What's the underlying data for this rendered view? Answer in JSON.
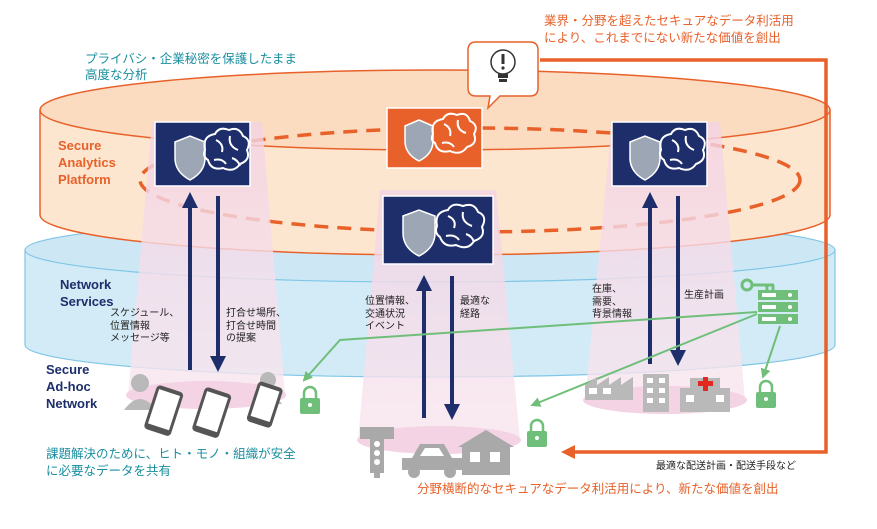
{
  "top_left_caption": [
    "プライバシ・企業秘密を保護したまま",
    "高度な分析"
  ],
  "top_right_caption": [
    "業界・分野を超えたセキュアなデータ利活用",
    "により、これまでにない新たな価値を創出"
  ],
  "layers": {
    "platform": [
      "Secure",
      "Analytics",
      "Platform"
    ],
    "network": [
      "Network",
      "Services"
    ],
    "adhoc": [
      "Secure",
      "Ad-hoc",
      "Network"
    ]
  },
  "flows": {
    "left_up": "スケジュール、\n位置情報\nメッセージ等",
    "left_down": "打合せ場所、\n打合せ時間\nの提案",
    "center_up": "位置情報、\n交通状況\nイベント",
    "center_down": "最適な\n経路",
    "right_up": "在庫、\n需要、\n背景情報",
    "right_down": "生産計画"
  },
  "bottom_left_caption": [
    "課題解決のために、ヒト・モノ・組織が安全",
    "に必要なデータを共有"
  ],
  "delivery_note": "最適な配送計画・配送手段など",
  "bottom_caption": "分野横断的なセキュアなデータ利活用により、新たな価値を創出",
  "icons": [
    "shield-icon",
    "brain-icon",
    "lightbulb-icon",
    "key-icon",
    "server-icon",
    "lock-icon",
    "smartphone-icon",
    "traffic-light-icon",
    "car-icon",
    "house-icon",
    "factory-icon",
    "office-building-icon",
    "hospital-icon",
    "person-icon"
  ],
  "colors": {
    "navy": "#1d2e6b",
    "orange": "#e8612a",
    "teal": "#1a8fa0",
    "green": "#6fbf7a",
    "platform_fill": "#fde6cf",
    "network_fill": "#d2ebf6",
    "beam_fill": "#f6dbe9"
  }
}
